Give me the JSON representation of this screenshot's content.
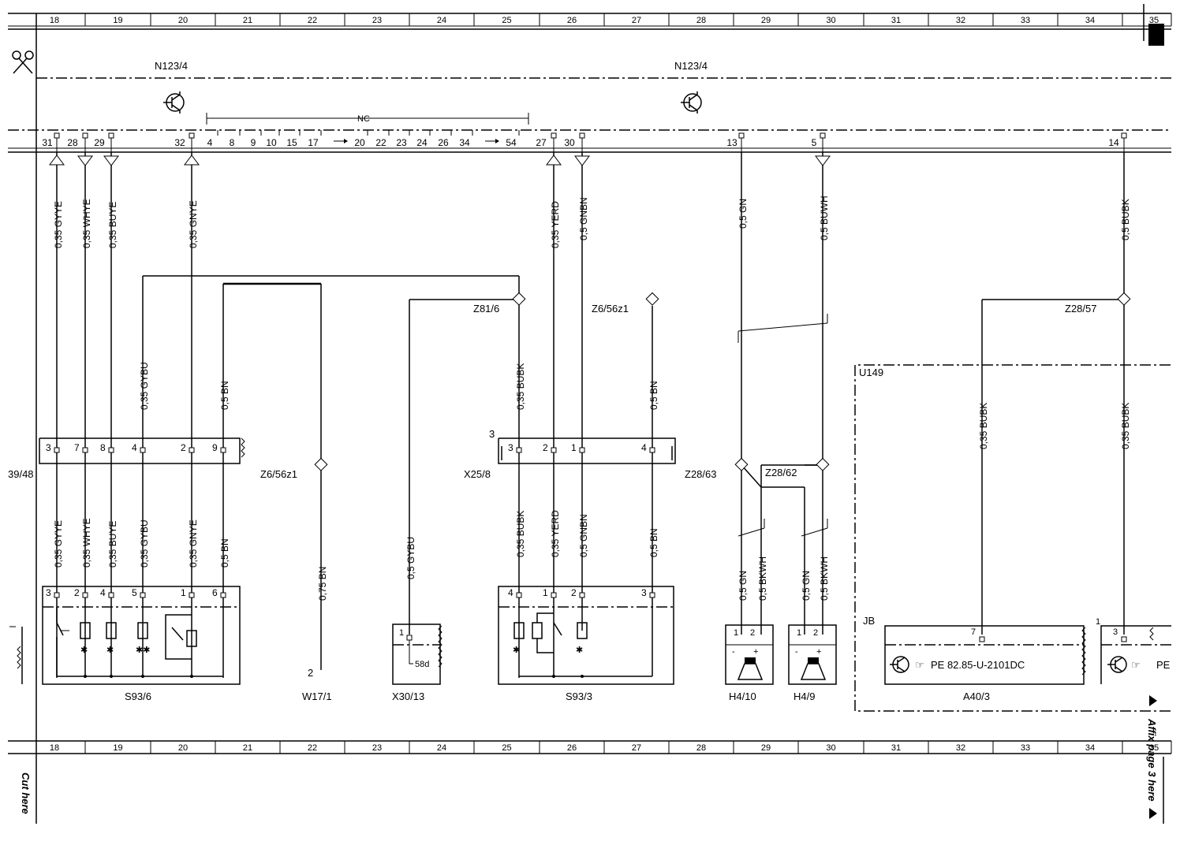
{
  "grid": {
    "numbers": [
      "18",
      "19",
      "20",
      "21",
      "22",
      "23",
      "24",
      "25",
      "26",
      "27",
      "28",
      "29",
      "30",
      "31",
      "32",
      "33",
      "34",
      "35"
    ]
  },
  "margin": {
    "scissors_icon": "scissors-icon",
    "cut_here": "Cut here",
    "affix_page": "Affix page 3 here"
  },
  "module": {
    "label_left": "N123/4",
    "label_right": "N123/4",
    "nc_label": "NC",
    "pins": [
      "31",
      "28",
      "29",
      "32",
      "4",
      "8",
      "9",
      "10",
      "15",
      "17",
      "20",
      "22",
      "23",
      "24",
      "26",
      "34",
      "54",
      "27",
      "30",
      "13",
      "5",
      "14"
    ],
    "icon_left": "transistor-icon",
    "icon_right": "transistor-icon"
  },
  "wires": {
    "w31": "0,35 GYYE",
    "w28": "0,35 WHYE",
    "w29": "0,35 BUYE",
    "w32": "0,35 GNYE",
    "w27": "0,35 YERD",
    "w30": "0,5 GNBN",
    "w13": "0,5 GN",
    "w5": "0,5 BUWH",
    "w14": "0,5 BUBK",
    "gybu_up": "0,35 GYBU",
    "bn_up": "0,5 BN",
    "bubk_x25": "0,35 BUBK",
    "bn_x25": "0,5 BN",
    "bubk_u149a": "0,35 BUBK",
    "bubk_u149b": "0,35 BUBK",
    "gyye_lo": "0,35 GYYE",
    "whye_lo": "0,35 WHYE",
    "buye_lo": "0,35 BUYE",
    "gybu_lo": "0,35 GYBU",
    "gnye_lo": "0,35 GNYE",
    "bn_lo": "0,5 BN",
    "bn075": "0,75 BN",
    "gybu_x30": "0,5 GYBU",
    "bubk_lo2": "0,35 BUBK",
    "yerd_lo": "0,35 YERD",
    "gnbn_lo": "0,5 GNBN",
    "bn_lo2": "0,5 BN",
    "gn_h410": "0,5 GN",
    "bkwh_h410": "0,5 BKWH",
    "gn_h49": "0,5 GN",
    "bkwh_h49": "0,5 BKWH"
  },
  "splices": {
    "z81": "Z81/6",
    "z6a": "Z6/56z1",
    "z6b": "Z6/56z1",
    "z28_57": "Z28/57",
    "z28_63": "Z28/63",
    "z28_62": "Z28/62"
  },
  "connectors": {
    "x39": "39/48",
    "x39_pins": [
      "3",
      "7",
      "8",
      "4",
      "2",
      "9"
    ],
    "x25": "X25/8",
    "x25_pins": [
      "3",
      "2",
      "1",
      "4"
    ],
    "x25_side": "3"
  },
  "components": {
    "s93_6": "S93/6",
    "s93_6_pins": [
      "3",
      "2",
      "4",
      "5",
      "1",
      "6"
    ],
    "w17": "W17/1",
    "w17_pin": "2",
    "x30": "X30/13",
    "x30_pin": "1",
    "x30_inner": "58d",
    "s93_3": "S93/3",
    "s93_3_pins": [
      "4",
      "1",
      "2",
      "3"
    ],
    "h4_10": "H4/10",
    "h4_10_pins": [
      "1",
      "2"
    ],
    "h4_9": "H4/9",
    "h4_9_pins": [
      "1",
      "2"
    ],
    "u149": "U149",
    "jb": "JB",
    "a40": "A40/3",
    "a40_pin": "7",
    "a40_pin_b": "3",
    "a40_side": "1",
    "a40_text": "PE 82.85-U-2101DC",
    "a40_text2": "PE",
    "minus": "-",
    "plus": "+"
  }
}
